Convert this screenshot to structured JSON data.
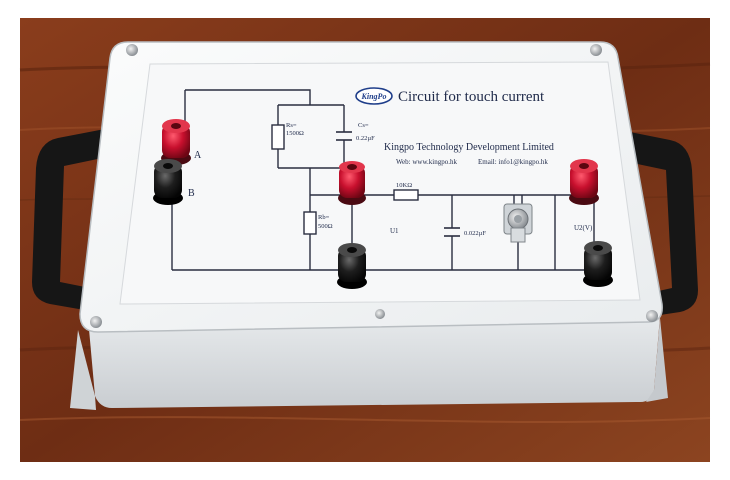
{
  "device": {
    "logo_text": "KingPo",
    "title": "Circuit for touch current",
    "company": "Kingpo Technology Development Limited",
    "web": "Web: www.kingpo.hk",
    "email": "Email: info1@kingpo.hk"
  },
  "circuit": {
    "rs_label": "Rs=",
    "rs_value": "1500Ω",
    "cs_label": "Cs=",
    "cs_value": "0.22µF",
    "rb_label": "Rb=",
    "rb_value": "500Ω",
    "r1_value": "10KΩ",
    "c1_value": "0.022µF",
    "u1_label": "U1",
    "u2_label": "U2(V)",
    "terminal_a": "A",
    "terminal_b": "B"
  },
  "colors": {
    "wood": "#7a3418",
    "panel": "#f4f5f6",
    "enclosure": "#dcdfe2",
    "red_terminal": "#c8102e",
    "black_terminal": "#1b1b1b",
    "ink": "#1f2a4a"
  }
}
